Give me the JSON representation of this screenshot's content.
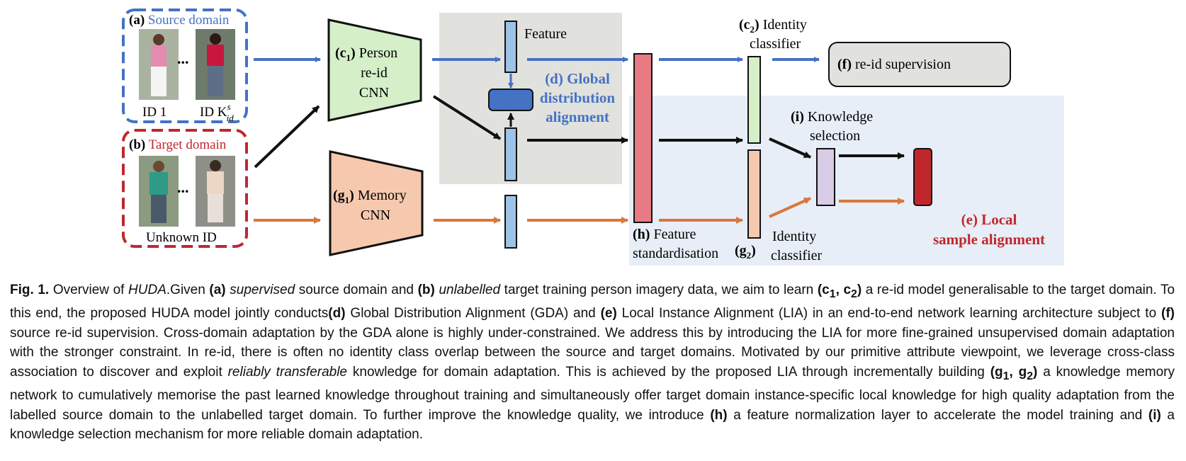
{
  "diagram": {
    "source_domain": {
      "tag": "(a)",
      "label": "Source domain",
      "id1": "ID 1",
      "dots": "...",
      "id_last": "ID K",
      "id_last_sup": "s",
      "id_last_sub": "id"
    },
    "target_domain": {
      "tag": "(b)",
      "label": "Target domain",
      "dots": "...",
      "unknown": "Unknown ID"
    },
    "person_cnn": {
      "tag": "(c",
      "tag_sub": "1",
      "line1": "Person",
      "line2": "re-id",
      "line3": "CNN"
    },
    "memory_cnn": {
      "tag": "(g",
      "tag_sub": "1",
      "line1": "Memory",
      "line2": "CNN"
    },
    "feature_label": "Feature",
    "gda": {
      "line1": "(d) Global",
      "line2": "distribution",
      "line3": "alignment"
    },
    "feat_std": {
      "tag": "(h)",
      "line1": "Feature",
      "line2": "standardisation"
    },
    "id_classifier_top": {
      "tag": "(c",
      "tag_sub": "2",
      "line1": "Identity",
      "line2": "classifier"
    },
    "id_classifier_bottom": {
      "tag": "(g",
      "tag_sub": "2",
      "line1": "Identity",
      "line2": "classifier"
    },
    "reid_supervision": {
      "tag": "(f)",
      "text": "re-id supervision"
    },
    "knowledge_selection": {
      "tag": "(i)",
      "line1": "Knowledge",
      "line2": "selection"
    },
    "local_alignment": {
      "line1": "(e) Local",
      "line2": "sample alignment"
    },
    "colors": {
      "blue": "#4472c4",
      "red": "#c0272d",
      "orange": "#d9773c",
      "green_fill": "#d5efc8",
      "peach_fill": "#f6c9ae",
      "gray_panel": "#e1e1de",
      "lightblue_panel": "#e7eef7"
    }
  },
  "caption": {
    "fig_label": "Fig. 1.",
    "s01": "Overview of ",
    "s02": "HUDA",
    "s03": ".Given ",
    "s04": "(a)",
    "s05": " ",
    "s06": "supervised",
    "s07": " source domain and ",
    "s08": "(b)",
    "s09": " ",
    "s10": "unlabelled",
    "s11": " target training person imagery data, we aim to learn ",
    "s12": "(c",
    "s13": "1",
    "s14": ", c",
    "s15": "2",
    "s16": ")",
    "s17": " a re-id model generalisable to the target domain. To this end, the proposed HUDA model jointly conducts",
    "s18": "(d)",
    "s19": " Global Distribution Alignment (GDA) and ",
    "s20": "(e)",
    "s21": " Local Instance Alignment (LIA) in an end-to-end network learning architecture subject to ",
    "s22": "(f)",
    "s23": " source re-id supervision. Cross-domain adaptation by the GDA alone is highly under-constrained. We address this by introducing the LIA for more fine-grained unsupervised domain adaptation with the stronger constraint. In re-id, there is often no identity class overlap between the source and target domains. Motivated by our primitive attribute viewpoint, we leverage cross-class association to discover and exploit ",
    "s24": "reliably transferable",
    "s25": " knowledge for domain adaptation. This is achieved by the proposed LIA through incrementally building ",
    "s26": "(g",
    "s27": "1",
    "s28": ", g",
    "s29": "2",
    "s30": ")",
    "s31": " a knowledge memory network to cumulatively memorise the past learned knowledge throughout training and simultaneously offer target domain instance-specific local knowledge for high quality adaptation from the labelled source domain to the unlabelled target domain. To further improve the knowledge quality, we introduce ",
    "s32": "(h)",
    "s33": " a feature normalization layer to accelerate the model training and ",
    "s34": "(i)",
    "s35": " a knowledge selection mechanism for more reliable domain adaptation."
  }
}
